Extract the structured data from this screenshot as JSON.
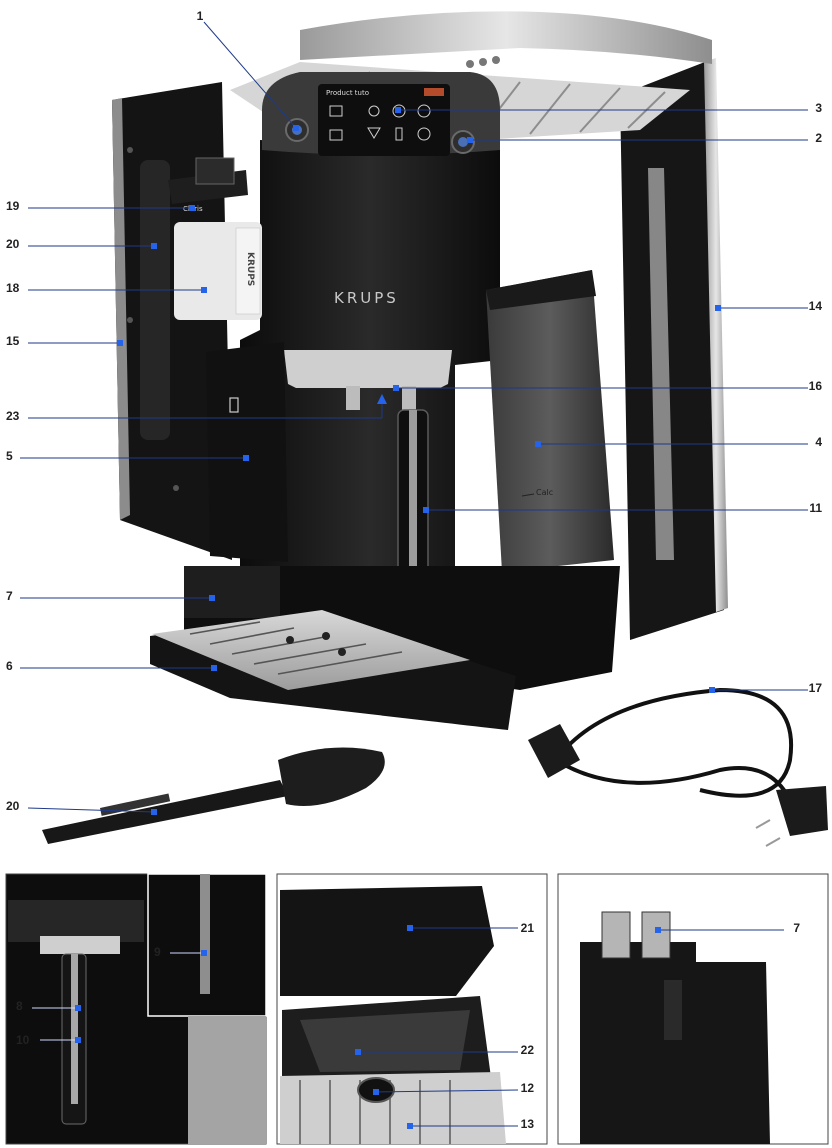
{
  "brand": {
    "logo_text": "KRUPS",
    "panel_title": "Product tuto",
    "water_tank_marking": "Calc",
    "cleaning_bottle_label": "KRUPS",
    "cartridge_label": "Claris"
  },
  "colors": {
    "leader_line": "#1e3a8a",
    "marker": "#2563eb",
    "number_text": "#222222",
    "machine_body": "#1a1a1a",
    "steel": "#c8c8c8"
  },
  "callouts": [
    {
      "id": "1",
      "label": "1"
    },
    {
      "id": "2",
      "label": "2"
    },
    {
      "id": "3",
      "label": "3"
    },
    {
      "id": "4",
      "label": "4"
    },
    {
      "id": "5",
      "label": "5"
    },
    {
      "id": "6",
      "label": "6"
    },
    {
      "id": "7",
      "label": "7"
    },
    {
      "id": "11",
      "label": "11"
    },
    {
      "id": "14",
      "label": "14"
    },
    {
      "id": "15",
      "label": "15"
    },
    {
      "id": "16",
      "label": "16"
    },
    {
      "id": "17",
      "label": "17"
    },
    {
      "id": "18",
      "label": "18"
    },
    {
      "id": "19",
      "label": "19"
    },
    {
      "id": "20",
      "label": "20"
    },
    {
      "id": "20b",
      "label": "20"
    },
    {
      "id": "23",
      "label": "23"
    }
  ],
  "insets": [
    {
      "id": "a",
      "callouts": [
        {
          "id": "8",
          "label": "8"
        },
        {
          "id": "9",
          "label": "9"
        },
        {
          "id": "10",
          "label": "10"
        }
      ]
    },
    {
      "id": "b",
      "callouts": [
        {
          "id": "21",
          "label": "21"
        },
        {
          "id": "22",
          "label": "22"
        },
        {
          "id": "12",
          "label": "12"
        },
        {
          "id": "13",
          "label": "13"
        }
      ]
    },
    {
      "id": "c",
      "callouts": [
        {
          "id": "7b",
          "label": "7"
        }
      ]
    }
  ]
}
